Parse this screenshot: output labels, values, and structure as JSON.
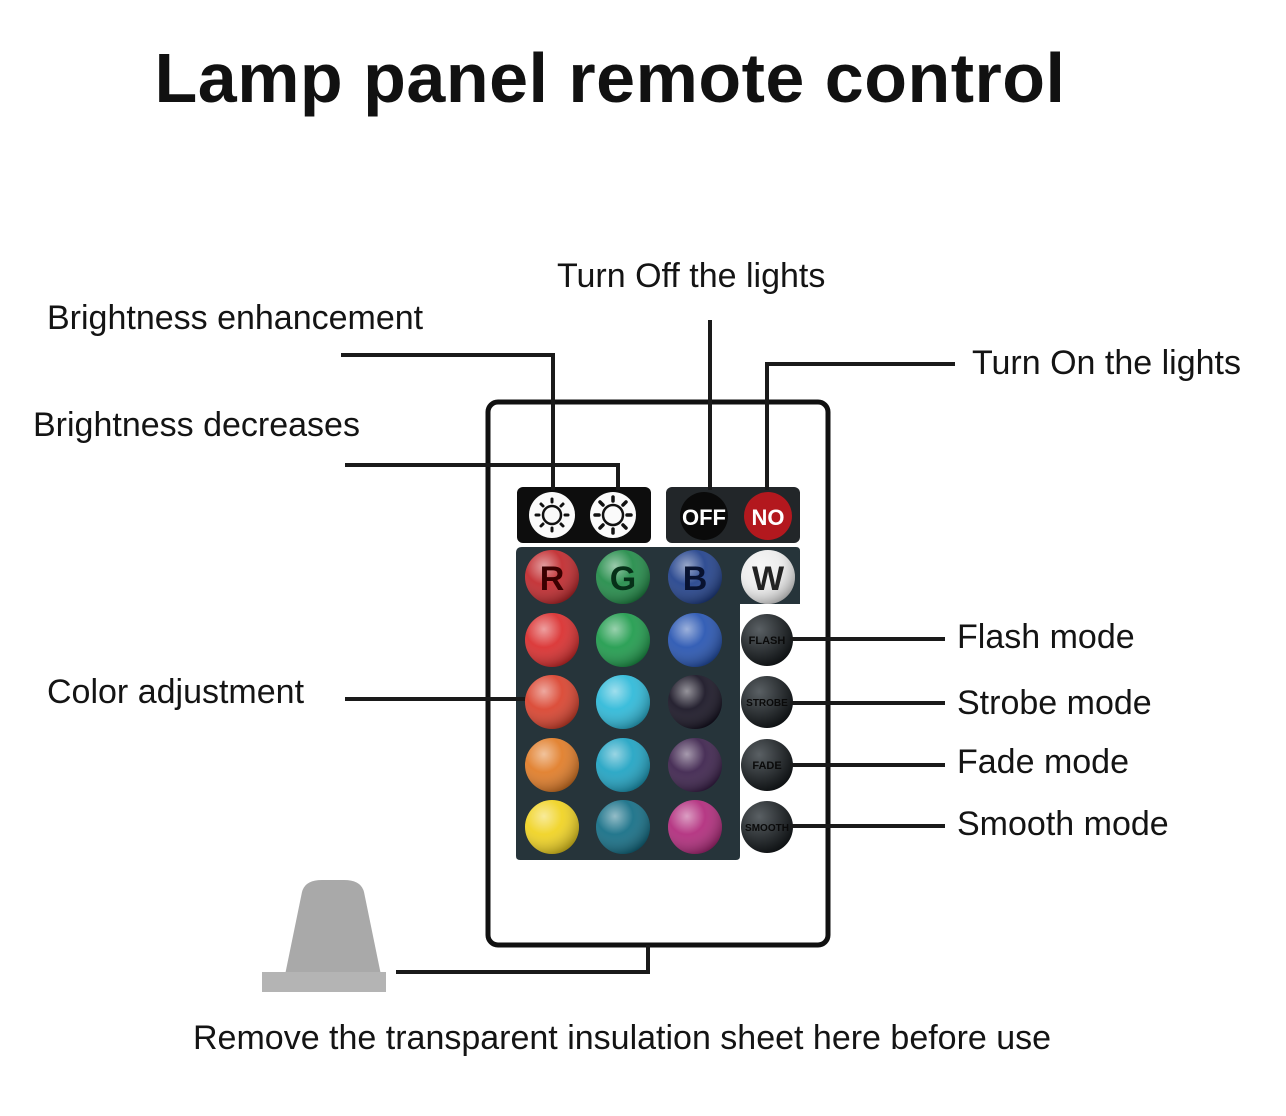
{
  "title": "Lamp panel remote control",
  "labels": {
    "brightness_up": "Brightness enhancement",
    "brightness_down": "Brightness decreases",
    "turn_off": "Turn Off the lights",
    "turn_on": "Turn On the lights",
    "color_adjustment": "Color adjustment",
    "flash_mode": "Flash mode",
    "strobe_mode": "Strobe mode",
    "fade_mode": "Fade mode",
    "smooth_mode": "Smooth mode",
    "insulation_note": "Remove the transparent insulation sheet here before use"
  },
  "buttons": {
    "off": "OFF",
    "on": "NO",
    "r": "R",
    "g": "G",
    "b": "B",
    "w": "W",
    "flash": "FLASH",
    "strobe": "STROBE",
    "fade": "FADE",
    "smooth": "SMOOTH"
  },
  "colors": {
    "r": "#c0262a",
    "g": "#1f8a46",
    "b": "#1f3f8a",
    "w": "#ececec",
    "grid": [
      [
        "#d92b2b",
        "#1c9a4a",
        "#2452b0"
      ],
      [
        "#d9402b",
        "#2bb8d8",
        "#141020"
      ],
      [
        "#e07a24",
        "#1da2c2",
        "#3a1f4a"
      ],
      [
        "#f0d21e",
        "#116c84",
        "#b0287a"
      ]
    ]
  }
}
